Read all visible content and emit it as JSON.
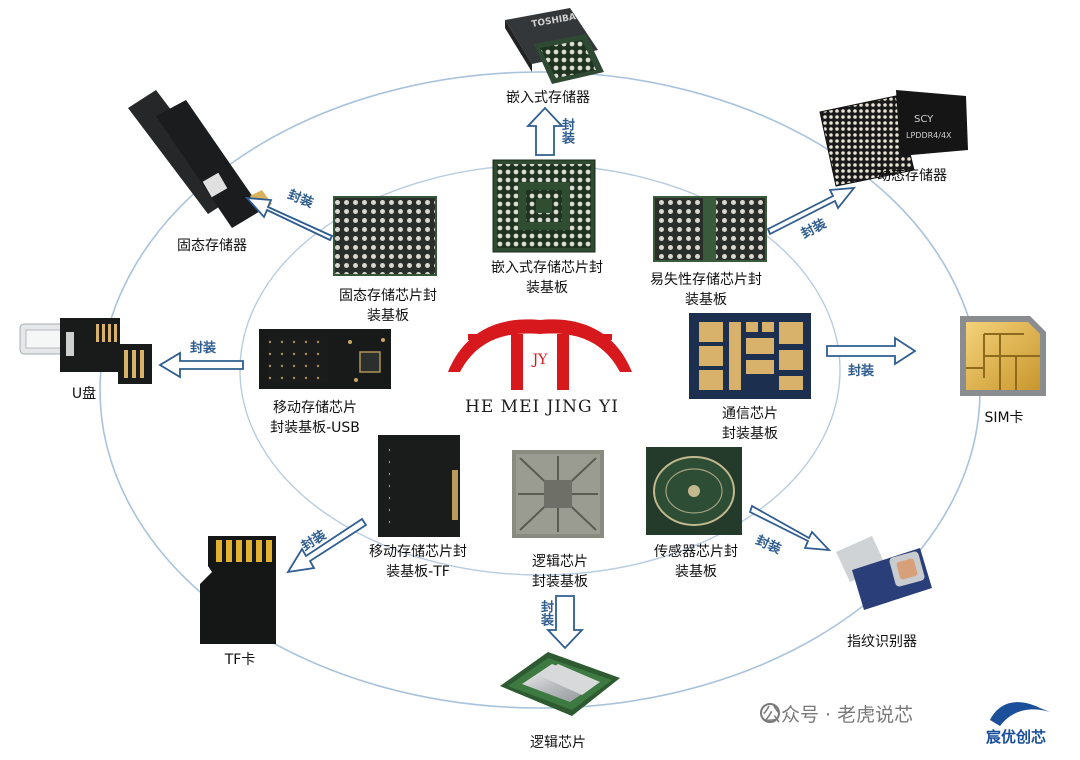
{
  "logo": {
    "brand_text": "HE MEI JING YI",
    "mark_letters": "JY",
    "colors": {
      "red": "#d7191e",
      "text": "#1e1e1e"
    }
  },
  "substrates": {
    "embedded": [
      "嵌入式存储芯片封",
      "装基板"
    ],
    "solid_state": [
      "固态存储芯片封",
      "装基板"
    ],
    "volatile": [
      "易失性存储芯片封",
      "装基板"
    ],
    "mobile_usb": [
      "移动存储芯片",
      "封装基板-USB"
    ],
    "communication": [
      "通信芯片",
      "封装基板"
    ],
    "mobile_tf": [
      "移动存储芯片封",
      "装基板-TF"
    ],
    "logic": [
      "逻辑芯片",
      "封装基板"
    ],
    "sensor": [
      "传感器芯片封",
      "装基板"
    ]
  },
  "products": {
    "embedded_storage": "嵌入式存储器",
    "ssd": "固态存储器",
    "dram": "动态存储器",
    "udisk": "U盘",
    "sim": "SIM卡",
    "tf": "TF卡",
    "logic_chip": "逻辑芯片",
    "fingerprint": "指纹识别器"
  },
  "product_markings": {
    "toshiba": "TOSHIBA",
    "dram_brand": "SCY",
    "dram_part": "LPDDR4/4X"
  },
  "arrow_label": "封装",
  "watermark": {
    "text": "公众号 · 老虎说芯",
    "logo_text": "宸优创芯"
  },
  "colors": {
    "ring": "#a9c3dd",
    "arrow_stroke": "#2f5d8f",
    "pcb_green": "#2f4a2c",
    "pcb_dark": "#1a1d1c",
    "pad_gold": "#d8b26a"
  }
}
